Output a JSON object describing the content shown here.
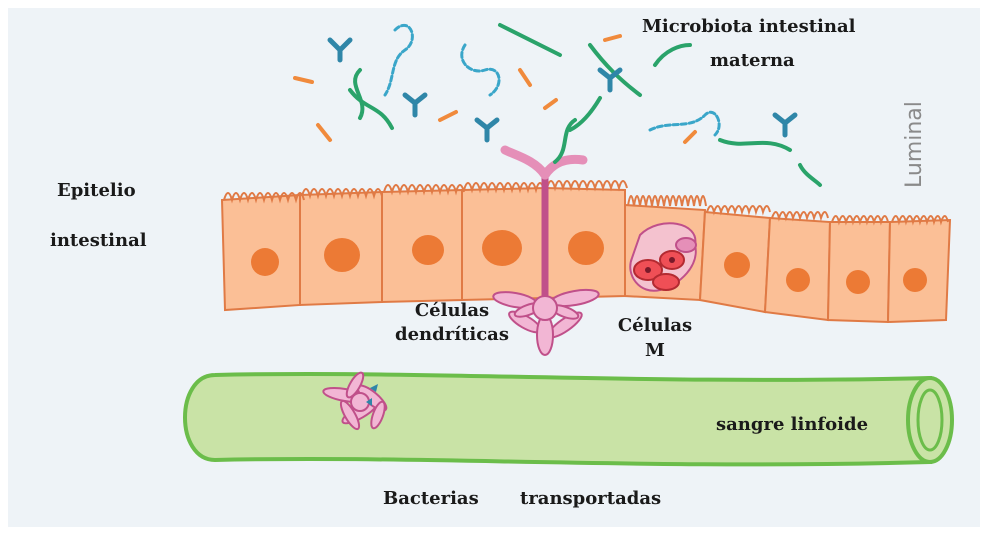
{
  "labels": {
    "microbiota_line1": "Microbiota  intestinal",
    "microbiota_line2": "materna",
    "epitelio_line1": "Epitelio",
    "epitelio_line2": "intestinal",
    "dendriticas_line1": "Células",
    "dendriticas_line2": "dendríticas",
    "celulas_m_line1": "Células",
    "celulas_m_line2": "M",
    "sangre": "sangre linfoide",
    "bacterias": "Bacterias",
    "transportadas": "transportadas",
    "luminal": "Luminal"
  },
  "colors": {
    "background": "#eef3f7",
    "cell_fill": "#fbbf96",
    "cell_stroke": "#e07a45",
    "nucleus": "#ec7a35",
    "vessel_fill": "#c9e3a6",
    "vessel_stroke": "#6bbd4a",
    "dendritic": "#e58fb8",
    "dendritic_stroke": "#c0508a",
    "bacteria_green": "#2aa36a",
    "bacteria_blue": "#3aa6c9",
    "bacteria_orange": "#f08a3c",
    "antibody": "#2f86a8",
    "m_cell": "#ef4f56"
  }
}
